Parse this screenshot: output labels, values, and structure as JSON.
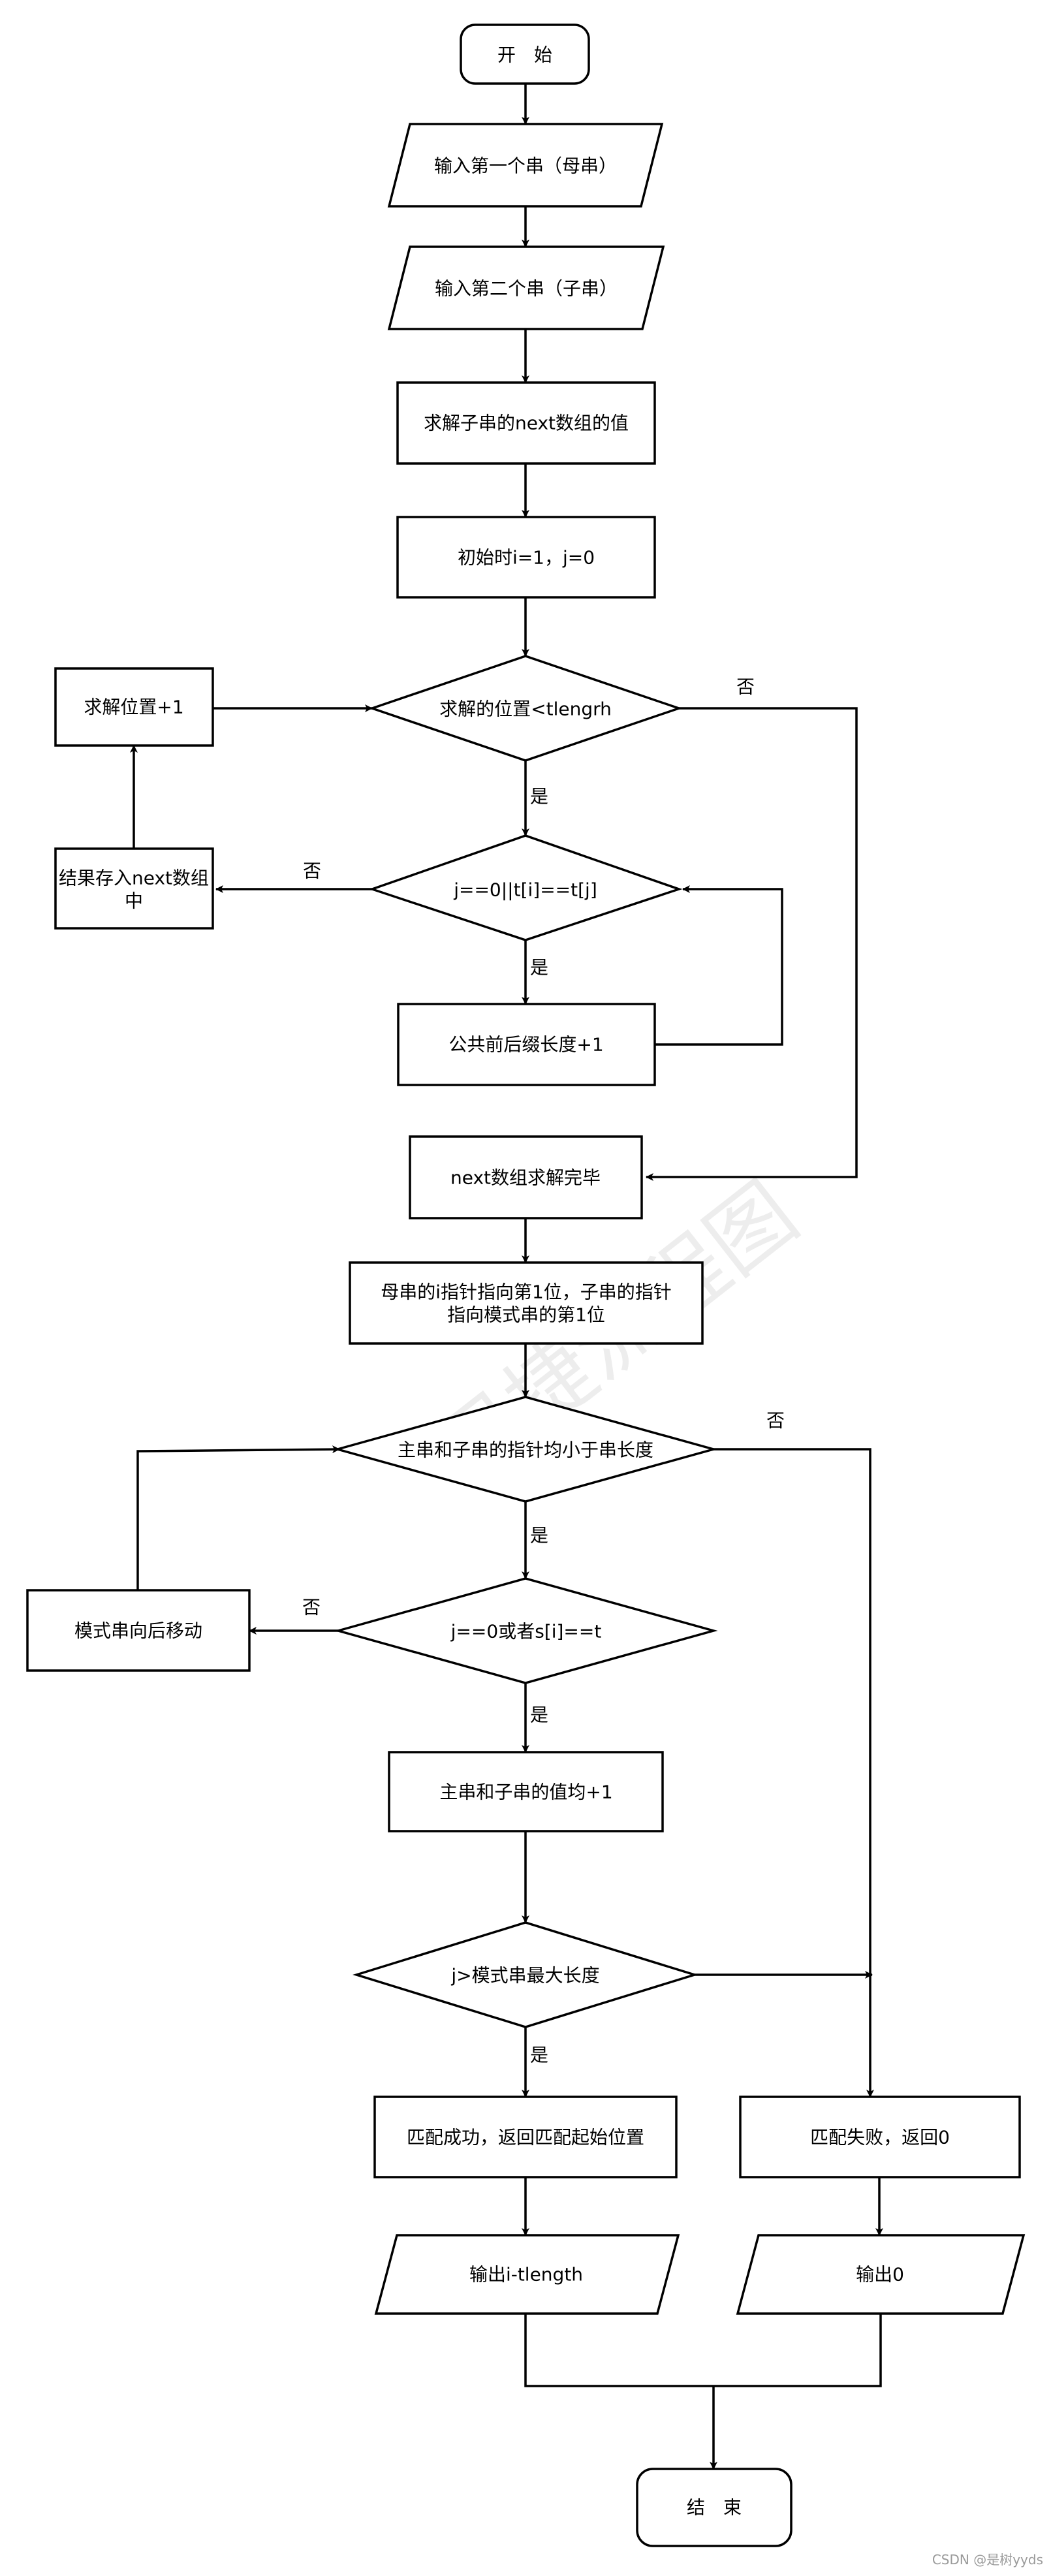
{
  "nodes": {
    "start": "开　始",
    "input_main": "输入第一个串（母串）",
    "input_sub": "输入第二个串（子串）",
    "compute_next": "求解子串的next数组的值",
    "init": "初始时i=1，j=0",
    "cond_pos": "求解的位置<tlengrh",
    "pos_inc": "求解位置+1",
    "cond_j": "j==0||t[i]==t[j]",
    "store_next_1": "结果存入next数组",
    "store_next_2": "中",
    "prefix_inc": "公共前后缀长度+1",
    "next_done": "next数组求解完毕",
    "pointers_1": "母串的i指针指向第1位，子串的指针",
    "pointers_2": "指向模式串的第1位",
    "cond_len": "主串和子串的指针均小于串长度",
    "cond_match": "j==0或者s[i]==t",
    "shift_pattern": "模式串向后移动",
    "both_inc": "主串和子串的值均+1",
    "cond_max": "j>模式串最大长度",
    "success": "匹配成功，返回匹配起始位置",
    "fail": "匹配失败，返回0",
    "output_success": "输出i-tlength",
    "output_fail": "输出0",
    "end": "结　束"
  },
  "labels": {
    "yes": "是",
    "no": "否"
  },
  "watermark": "迅捷流程图",
  "credit": "CSDN @是树yyds"
}
